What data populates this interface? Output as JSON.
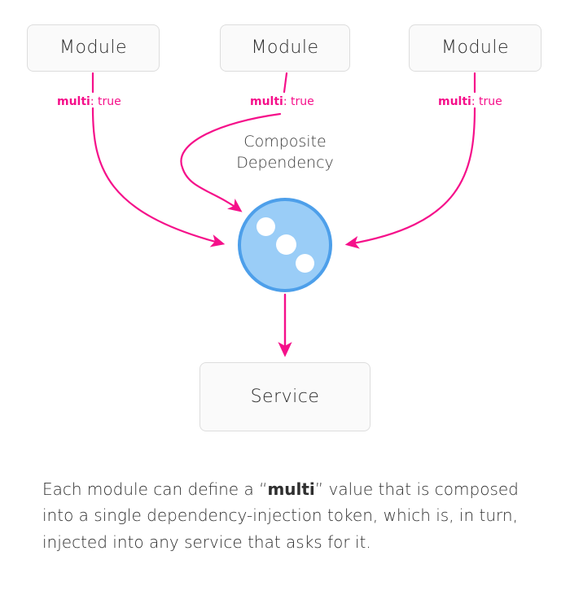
{
  "diagram": {
    "title": "Composite Dependency",
    "modules": [
      {
        "label": "Module"
      },
      {
        "label": "Module"
      },
      {
        "label": "Module"
      }
    ],
    "edge_labels": [
      {
        "key": "multi",
        "sep": ": ",
        "value": "true"
      },
      {
        "key": "multi",
        "sep": ": ",
        "value": "true"
      },
      {
        "key": "multi",
        "sep": ": ",
        "value": "true"
      }
    ],
    "composite": {
      "line1": "Composite",
      "line2": "Dependency",
      "dot_count": 3
    },
    "service": {
      "label": "Service"
    },
    "colors": {
      "arrow": "#F5108A",
      "label": "#F5108A",
      "circle_fill": "#9ACDF7",
      "circle_stroke": "#4D9FEA",
      "dot": "#FFFFFF",
      "box_fill": "#FAFAFA",
      "box_stroke": "#DDDDDD",
      "text": "#2B2B2B",
      "background": "#FFFFFF"
    }
  },
  "description": {
    "part1": "Each module can define a “",
    "emphasis": "multi",
    "part2": "” value that is composed into a single dependency-injection token, which is, in turn, injected into any service that asks for it."
  }
}
